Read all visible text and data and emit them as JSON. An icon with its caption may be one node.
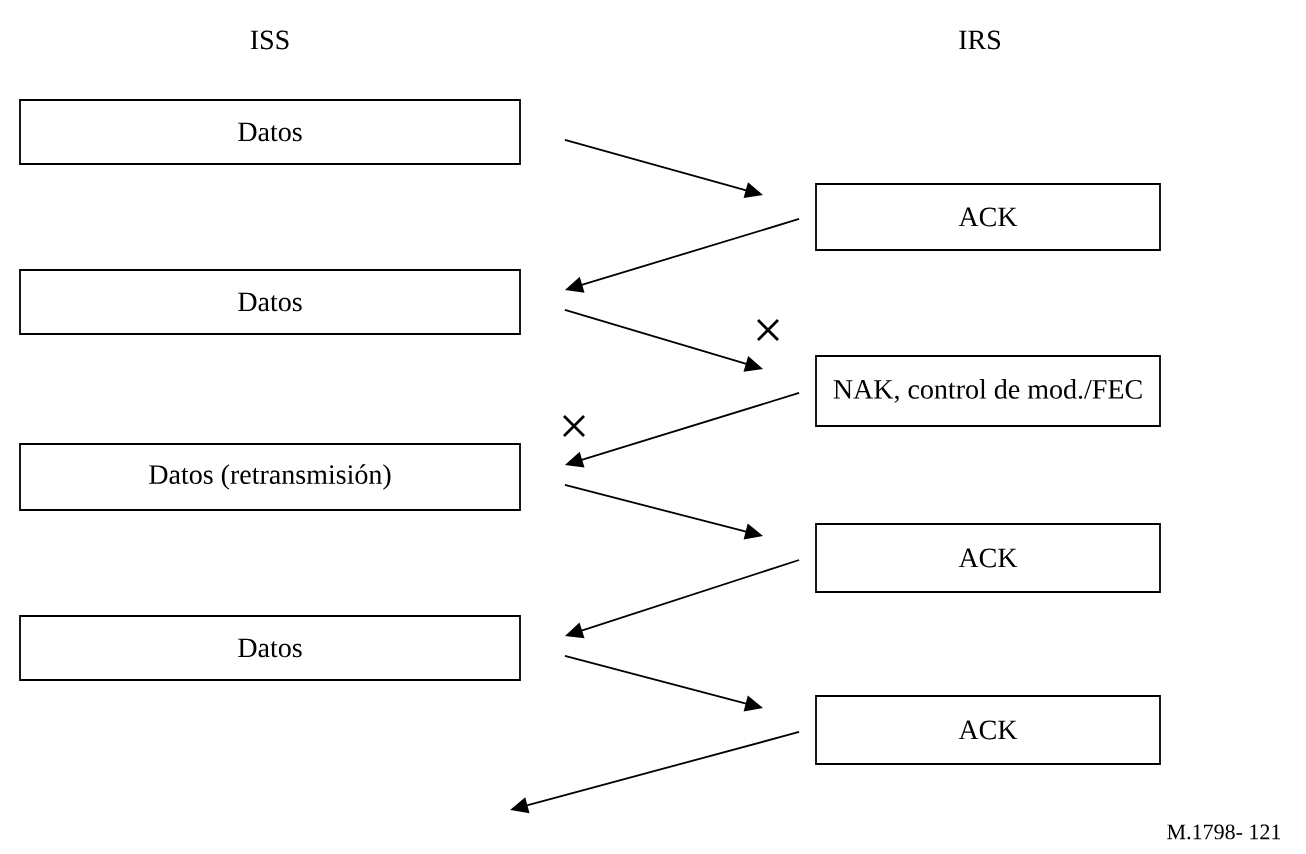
{
  "diagram": {
    "nodes": [
      {
        "text": [
          "Datos"
        ]
      },
      {
        "text": [
          "ACK"
        ]
      },
      {
        "text": [
          "Datos"
        ]
      },
      {
        "text": [
          "NAK, control de mod./FEC"
        ]
      },
      {
        "text": [
          "Datos (retransmisión)"
        ]
      },
      {
        "text": [
          "ACK"
        ]
      },
      {
        "text": [
          "Datos"
        ]
      },
      {
        "text": [
          "ACK"
        ]
      }
    ],
    "edges": [
      {
        "from": 0,
        "to": 1,
        "arrow": "to"
      },
      {
        "from": 1,
        "to": 2,
        "arrow": "to"
      },
      {
        "from": 2,
        "to": 3,
        "arrow": "to"
      },
      {
        "from": 3,
        "to": 4,
        "arrow": "to"
      },
      {
        "from": 4,
        "to": 5,
        "arrow": "to"
      },
      {
        "from": 5,
        "to": 6,
        "arrow": "to"
      },
      {
        "from": 6,
        "to": 7,
        "arrow": "to"
      },
      {
        "from": 7,
        "to": null,
        "arrow": "to"
      }
    ],
    "labels": [
      "ISS",
      "IRS",
      "M.1798- 121"
    ]
  }
}
